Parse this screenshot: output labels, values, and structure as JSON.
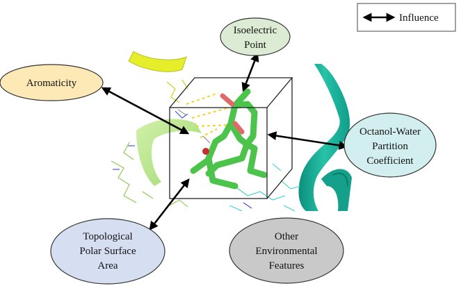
{
  "legend": {
    "label": "Influence"
  },
  "nodes": {
    "isoelectric_point": {
      "lines": [
        "Isoelectric",
        "Point"
      ],
      "fill": "#dcebd3"
    },
    "aromaticity": {
      "lines": [
        "Aromaticity"
      ],
      "fill": "#fde9b6"
    },
    "octanol_water": {
      "lines": [
        "Octanol-Water",
        "Partition",
        "Coefficient"
      ],
      "fill": "#d3eeee"
    },
    "tpsa": {
      "lines": [
        "Topological",
        "Polar Surface",
        "Area"
      ],
      "fill": "#d6def2"
    },
    "other_env": {
      "lines": [
        "Other",
        "Environmental",
        "Features"
      ],
      "fill": "#c9c9c9"
    }
  },
  "colors": {
    "ligand": "#4cc44c",
    "oxygen": "#e06a6a",
    "helix_yellow": "#e6ee2a",
    "helix_teal": "#19b59c",
    "hbond": "#f0d22a",
    "arrow": "#000000"
  }
}
